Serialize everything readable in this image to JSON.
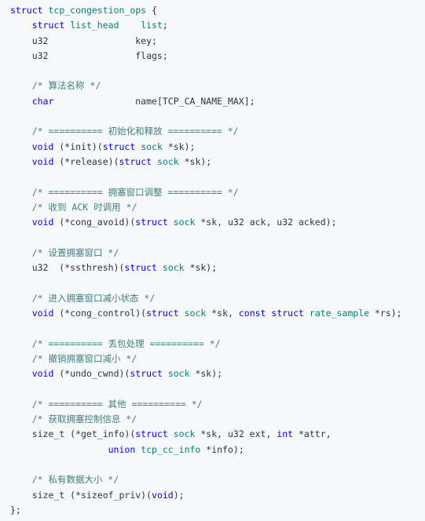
{
  "code": {
    "lines": [
      [
        {
          "c": "kw",
          "t": "struct"
        },
        {
          "c": "tx",
          "t": " "
        },
        {
          "c": "ty",
          "t": "tcp_congestion_ops"
        },
        {
          "c": "tx",
          "t": " {"
        }
      ],
      [
        {
          "c": "tx",
          "t": "    "
        },
        {
          "c": "kw",
          "t": "struct"
        },
        {
          "c": "tx",
          "t": " "
        },
        {
          "c": "ty",
          "t": "list_head"
        },
        {
          "c": "tx",
          "t": "    "
        },
        {
          "c": "ty",
          "t": "list"
        },
        {
          "c": "tx",
          "t": ";"
        }
      ],
      [
        {
          "c": "tx",
          "t": "    u32                key;"
        }
      ],
      [
        {
          "c": "tx",
          "t": "    u32                flags;"
        }
      ],
      [],
      [
        {
          "c": "tx",
          "t": "    "
        },
        {
          "c": "cm",
          "t": "/* 算法名称 */"
        }
      ],
      [
        {
          "c": "tx",
          "t": "    "
        },
        {
          "c": "kw",
          "t": "char"
        },
        {
          "c": "tx",
          "t": "               name[TCP_CA_NAME_MAX];"
        }
      ],
      [],
      [
        {
          "c": "tx",
          "t": "    "
        },
        {
          "c": "cm",
          "t": "/* ========== 初始化和释放 ========== */"
        }
      ],
      [
        {
          "c": "tx",
          "t": "    "
        },
        {
          "c": "kw",
          "t": "void"
        },
        {
          "c": "tx",
          "t": " (*init)("
        },
        {
          "c": "kw",
          "t": "struct"
        },
        {
          "c": "tx",
          "t": " "
        },
        {
          "c": "ty",
          "t": "sock"
        },
        {
          "c": "tx",
          "t": " *sk);"
        }
      ],
      [
        {
          "c": "tx",
          "t": "    "
        },
        {
          "c": "kw",
          "t": "void"
        },
        {
          "c": "tx",
          "t": " (*release)("
        },
        {
          "c": "kw",
          "t": "struct"
        },
        {
          "c": "tx",
          "t": " "
        },
        {
          "c": "ty",
          "t": "sock"
        },
        {
          "c": "tx",
          "t": " *sk);"
        }
      ],
      [],
      [
        {
          "c": "tx",
          "t": "    "
        },
        {
          "c": "cm",
          "t": "/* ========== 拥塞窗口调整 ========== */"
        }
      ],
      [
        {
          "c": "tx",
          "t": "    "
        },
        {
          "c": "cm",
          "t": "/* 收到 ACK 时调用 */"
        }
      ],
      [
        {
          "c": "tx",
          "t": "    "
        },
        {
          "c": "kw",
          "t": "void"
        },
        {
          "c": "tx",
          "t": " (*cong_avoid)("
        },
        {
          "c": "kw",
          "t": "struct"
        },
        {
          "c": "tx",
          "t": " "
        },
        {
          "c": "ty",
          "t": "sock"
        },
        {
          "c": "tx",
          "t": " *sk, u32 ack, u32 acked);"
        }
      ],
      [],
      [
        {
          "c": "tx",
          "t": "    "
        },
        {
          "c": "cm",
          "t": "/* 设置拥塞窗口 */"
        }
      ],
      [
        {
          "c": "tx",
          "t": "    u32  (*ssthresh)("
        },
        {
          "c": "kw",
          "t": "struct"
        },
        {
          "c": "tx",
          "t": " "
        },
        {
          "c": "ty",
          "t": "sock"
        },
        {
          "c": "tx",
          "t": " *sk);"
        }
      ],
      [],
      [
        {
          "c": "tx",
          "t": "    "
        },
        {
          "c": "cm",
          "t": "/* 进入拥塞窗口减小状态 */"
        }
      ],
      [
        {
          "c": "tx",
          "t": "    "
        },
        {
          "c": "kw",
          "t": "void"
        },
        {
          "c": "tx",
          "t": " (*cong_control)("
        },
        {
          "c": "kw",
          "t": "struct"
        },
        {
          "c": "tx",
          "t": " "
        },
        {
          "c": "ty",
          "t": "sock"
        },
        {
          "c": "tx",
          "t": " *sk, "
        },
        {
          "c": "kw",
          "t": "const"
        },
        {
          "c": "tx",
          "t": " "
        },
        {
          "c": "kw",
          "t": "struct"
        },
        {
          "c": "tx",
          "t": " "
        },
        {
          "c": "ty",
          "t": "rate_sample"
        },
        {
          "c": "tx",
          "t": " *rs);"
        }
      ],
      [],
      [
        {
          "c": "tx",
          "t": "    "
        },
        {
          "c": "cm",
          "t": "/* ========== 丢包处理 ========== */"
        }
      ],
      [
        {
          "c": "tx",
          "t": "    "
        },
        {
          "c": "cm",
          "t": "/* 撤销拥塞窗口减小 */"
        }
      ],
      [
        {
          "c": "tx",
          "t": "    "
        },
        {
          "c": "kw",
          "t": "void"
        },
        {
          "c": "tx",
          "t": " (*undo_cwnd)("
        },
        {
          "c": "kw",
          "t": "struct"
        },
        {
          "c": "tx",
          "t": " "
        },
        {
          "c": "ty",
          "t": "sock"
        },
        {
          "c": "tx",
          "t": " *sk);"
        }
      ],
      [],
      [
        {
          "c": "tx",
          "t": "    "
        },
        {
          "c": "cm",
          "t": "/* ========== 其他 ========== */"
        }
      ],
      [
        {
          "c": "tx",
          "t": "    "
        },
        {
          "c": "cm",
          "t": "/* 获取拥塞控制信息 */"
        }
      ],
      [
        {
          "c": "tx",
          "t": "    size_t (*get_info)("
        },
        {
          "c": "kw",
          "t": "struct"
        },
        {
          "c": "tx",
          "t": " "
        },
        {
          "c": "ty",
          "t": "sock"
        },
        {
          "c": "tx",
          "t": " *sk, u32 ext, "
        },
        {
          "c": "kw",
          "t": "int"
        },
        {
          "c": "tx",
          "t": " *attr,"
        }
      ],
      [
        {
          "c": "tx",
          "t": "                  "
        },
        {
          "c": "kw",
          "t": "union"
        },
        {
          "c": "tx",
          "t": " "
        },
        {
          "c": "ty",
          "t": "tcp_cc_info"
        },
        {
          "c": "tx",
          "t": " *info);"
        }
      ],
      [],
      [
        {
          "c": "tx",
          "t": "    "
        },
        {
          "c": "cm",
          "t": "/* 私有数据大小 */"
        }
      ],
      [
        {
          "c": "tx",
          "t": "    size_t (*sizeof_priv)("
        },
        {
          "c": "kw",
          "t": "void"
        },
        {
          "c": "tx",
          "t": ");"
        }
      ],
      [
        {
          "c": "tx",
          "t": "};"
        }
      ]
    ]
  }
}
